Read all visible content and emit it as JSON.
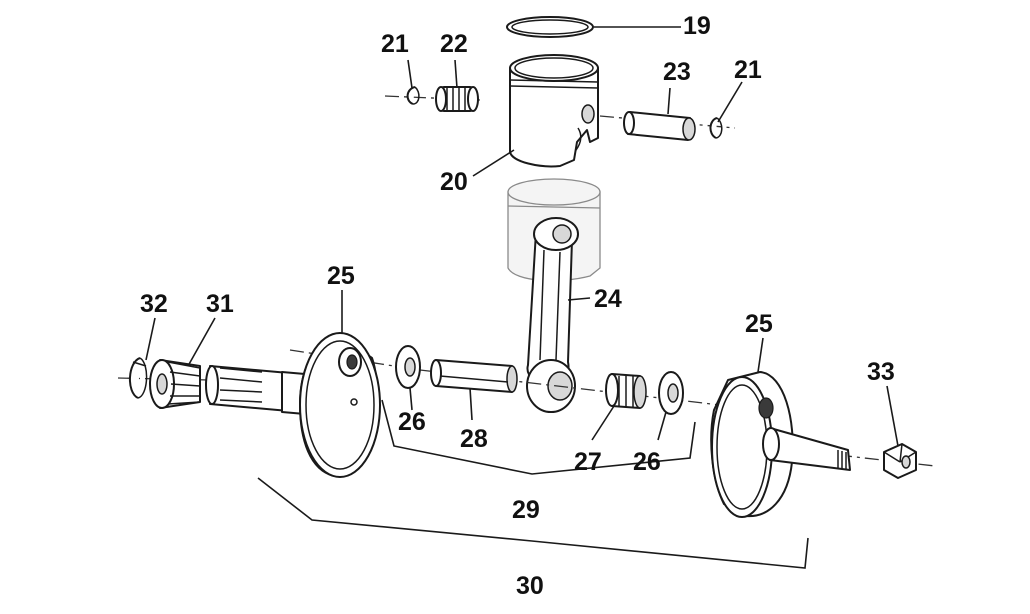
{
  "callouts": {
    "c19": "19",
    "c20": "20",
    "c21a": "21",
    "c21b": "21",
    "c22": "22",
    "c23": "23",
    "c24": "24",
    "c25a": "25",
    "c25b": "25",
    "c26a": "26",
    "c26b": "26",
    "c27": "27",
    "c28": "28",
    "c29": "29",
    "c30": "30",
    "c31": "31",
    "c32": "32",
    "c33": "33"
  }
}
